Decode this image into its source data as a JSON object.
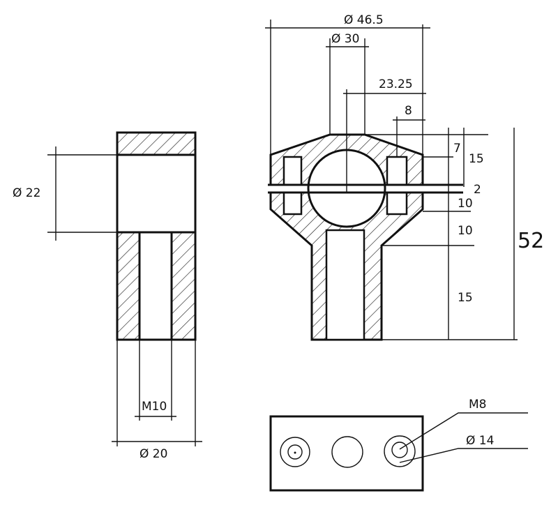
{
  "side_view": {
    "dim_bore": "Ø 22",
    "dim_thread": "M10",
    "dim_outer": "Ø 20"
  },
  "section_view": {
    "dim_outer_diameter": "Ø 46.5",
    "dim_top_diameter": "Ø 30",
    "dim_half_width": "23.25",
    "dim_slot": "8",
    "dim_7": "7",
    "dim_15_upper": "15",
    "dim_gap": "2",
    "dim_10_a": "10",
    "dim_10_b": "10",
    "dim_15_lower": "15",
    "dim_total_height": "52"
  },
  "bottom_view": {
    "dim_thread": "M8",
    "dim_counterbore": "Ø 14"
  }
}
